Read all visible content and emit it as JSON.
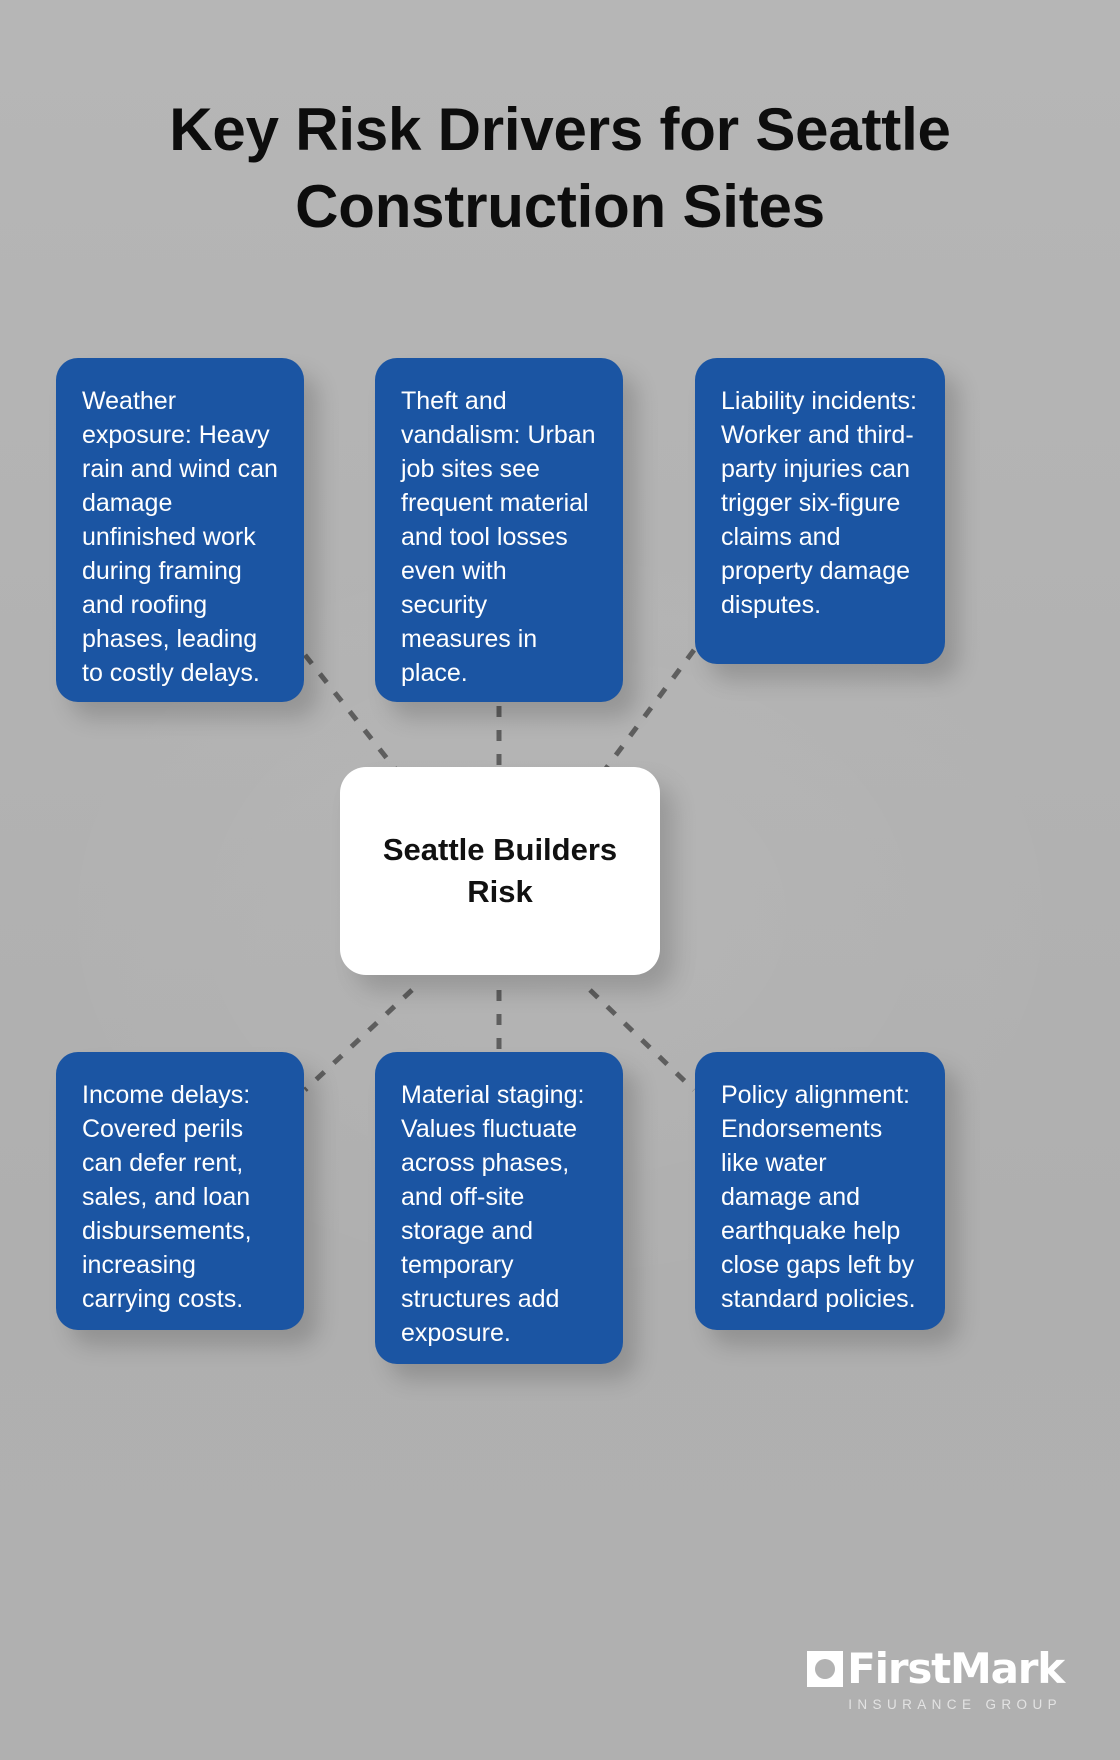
{
  "page": {
    "title": "Key Risk Drivers for Seattle Construction Sites",
    "background_color": "#b2b2b2"
  },
  "center": {
    "label": "Seattle Builders Risk",
    "background_color": "#ffffff",
    "text_color": "#111111"
  },
  "style": {
    "card_color": "#1b55a3",
    "card_text_color": "#ffffff",
    "connector_color": "#5e5e5e",
    "connector_style": "dashed"
  },
  "cards": {
    "top": [
      {
        "id": "weather",
        "text": "Weather exposure: Heavy rain and wind can damage unfinished work during framing and roofing phases, leading to costly delays."
      },
      {
        "id": "theft",
        "text": "Theft and vandalism: Urban job sites see frequent material and tool losses even with security measures in place."
      },
      {
        "id": "liability",
        "text": "Liability incidents: Worker and third-party injuries can trigger six-figure claims and property damage disputes."
      }
    ],
    "bottom": [
      {
        "id": "income",
        "text": "Income delays: Covered perils can defer rent, sales, and loan disbursements, increasing carrying costs."
      },
      {
        "id": "material",
        "text": "Material staging: Values fluctuate across phases, and off-site storage and temporary structures add exposure."
      },
      {
        "id": "policy",
        "text": "Policy alignment: Endorsements like water damage and earthquake help close gaps left by standard policies."
      }
    ]
  },
  "logo": {
    "mark": "square-circle-logo-icon",
    "wordmark": "FirstMark",
    "tagline": "INSURANCE GROUP"
  }
}
